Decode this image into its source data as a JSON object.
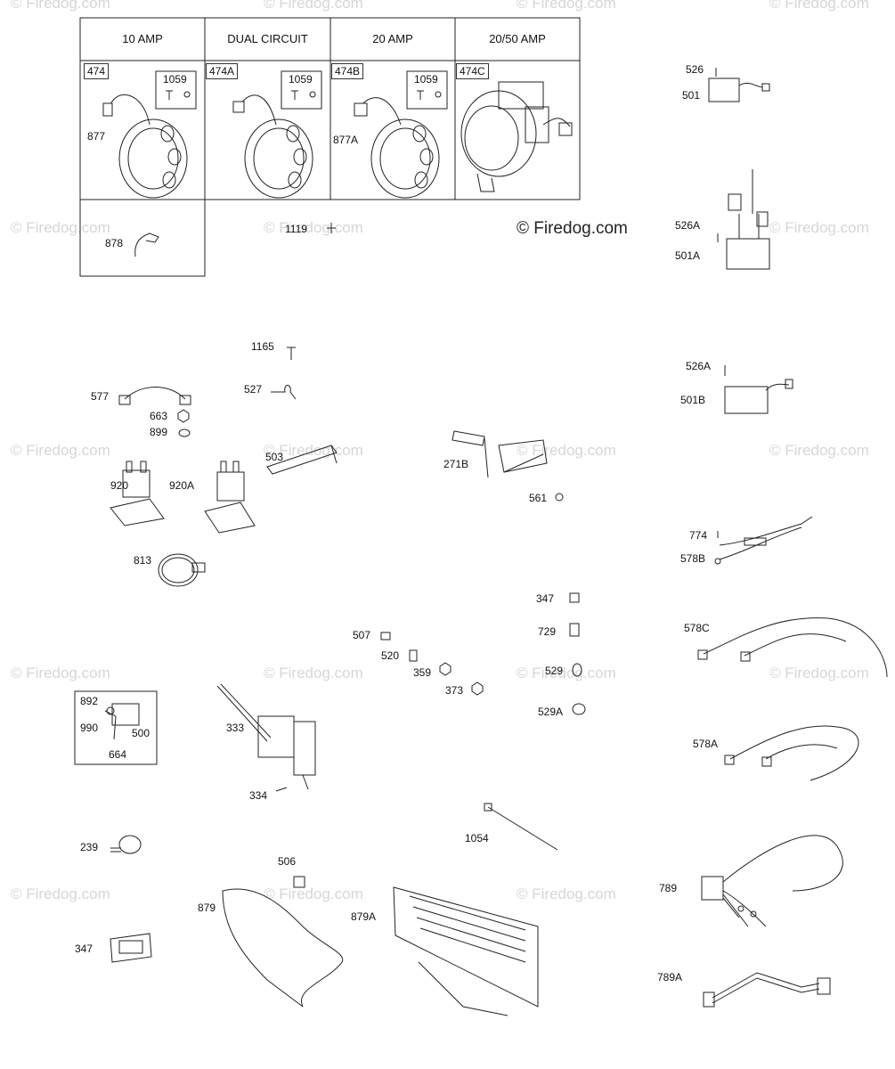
{
  "watermark": "© Firedog.com",
  "copyright": "© Firedog.com",
  "table": {
    "headers": [
      "10 AMP",
      "DUAL CIRCUIT",
      "20 AMP",
      "20/50 AMP"
    ],
    "tags": [
      "474",
      "474A",
      "474B",
      "474C"
    ],
    "sub_tags": [
      "1059",
      "1059",
      "1059"
    ]
  },
  "parts": {
    "p877": "877",
    "p877A": "877A",
    "p878": "878",
    "p1119": "1119",
    "p526": "526",
    "p501": "501",
    "p526A_1": "526A",
    "p501A": "501A",
    "p526A_2": "526A",
    "p501B": "501B",
    "p1165": "1165",
    "p527": "527",
    "p577": "577",
    "p663": "663",
    "p899": "899",
    "p503": "503",
    "p271B": "271B",
    "p561": "561",
    "p920": "920",
    "p920A": "920A",
    "p813": "813",
    "p774": "774",
    "p578B": "578B",
    "p347a": "347",
    "p729": "729",
    "p578C": "578C",
    "p507": "507",
    "p520": "520",
    "p359": "359",
    "p373": "373",
    "p529": "529",
    "p529A": "529A",
    "p892": "892",
    "p990": "990",
    "p500": "500",
    "p664": "664",
    "p333": "333",
    "p334": "334",
    "p578A": "578A",
    "p1054": "1054",
    "p239": "239",
    "p506": "506",
    "p879": "879",
    "p879A": "879A",
    "p789": "789",
    "p347b": "347",
    "p789A": "789A"
  }
}
